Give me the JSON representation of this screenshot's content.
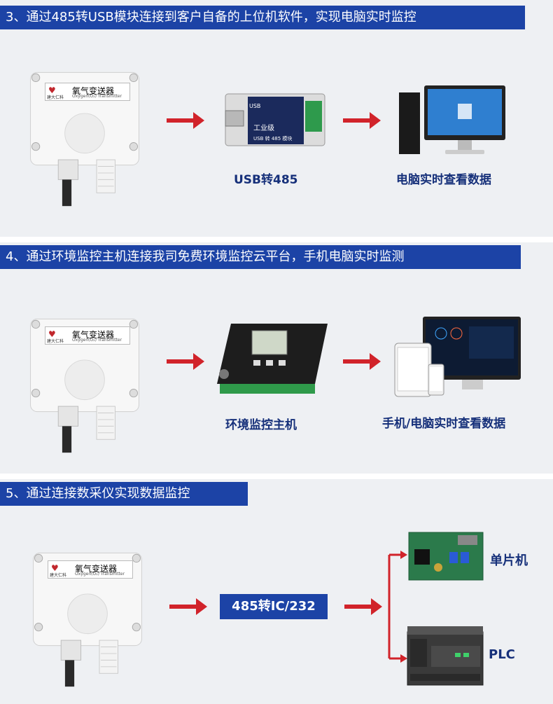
{
  "sections": [
    {
      "heading": "3、通过485转USB模块连接到客户自备的上位机软件，实现电脑实时监控",
      "caption_middle": "USB转485",
      "caption_right": "电脑实时查看数据"
    },
    {
      "heading": "4、通过环境监控主机连接我司免费环境监控云平台，手机电脑实时监测",
      "caption_middle": "环境监控主机",
      "caption_right": "手机/电脑实时查看数据"
    },
    {
      "heading": "5、通过连接数采仪实现数据监控",
      "converter_label": "485转IC/232",
      "target_top": "单片机",
      "target_bottom": "PLC"
    }
  ],
  "sensor": {
    "name": "氧气变送器",
    "subtitle": "Oxygen(O₂) Transmitter",
    "brand": "建大仁科"
  },
  "usb_module": {
    "side_label": "USB",
    "grade": "工业级",
    "model": "USB 转 485 模块"
  },
  "colors": {
    "header_bg": "#1c43a6",
    "panel_bg": "#eef0f3",
    "arrow": "#d1232a",
    "caption": "#16307a"
  }
}
